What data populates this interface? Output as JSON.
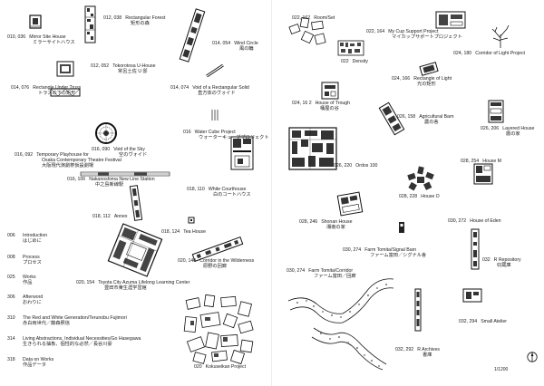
{
  "projects": [
    {
      "id": "mirror-site-house",
      "pages": "010, 036",
      "en": "Mirror Site House",
      "jp": "ミラーサイトハウス"
    },
    {
      "id": "rectangular-forest",
      "pages": "012, 038",
      "en": "Rectangular Forest",
      "jp": "矩形の森"
    },
    {
      "id": "tokorotosa",
      "pages": "012, 052",
      "en": "Tokorotosa U-House",
      "jp": "常呂土佐 U 邸"
    },
    {
      "id": "wind-circle",
      "pages": "014, 054",
      "en": "Wind Circle",
      "jp": "風の輪"
    },
    {
      "id": "rectangle-under-truss",
      "pages": "014, 076",
      "en": "Rectangle Under Truss",
      "jp": "トラスの下の矩形"
    },
    {
      "id": "void-rect-solid",
      "pages": "014, 074",
      "en": "Void of a Rectangular Solid",
      "jp": "直方体のヴォイド"
    },
    {
      "id": "void-sky",
      "pages": "016, 090",
      "en": "Void of the Sky",
      "jp": "空のヴォイド"
    },
    {
      "id": "water-cube",
      "pages": "016",
      "en": "Water Cube Project",
      "jp": "ウォーターキューブプロジェクト"
    },
    {
      "id": "playhouse",
      "pages": "016, 092",
      "en": "Temporary Playhouse for",
      "en2": "Osaka Contemporary Theatre Festival",
      "jp": "大阪現代演劇祭仮設劇場"
    },
    {
      "id": "nakanoshima",
      "pages": "016, 106",
      "en": "Nakanoshima New Line Station",
      "jp": "中之島新線駅"
    },
    {
      "id": "white-courthouse",
      "pages": "018, 110",
      "en": "White Courthouse",
      "jp": "白のコートハウス"
    },
    {
      "id": "annex",
      "pages": "018, 112",
      "en": "Annex",
      "jp": ""
    },
    {
      "id": "tea-house",
      "pages": "018, 124",
      "en": "Tea House",
      "jp": ""
    },
    {
      "id": "corridor-wilderness",
      "pages": "020, 140",
      "en": "Corridor in the Wilderness",
      "jp": "原野の回廊"
    },
    {
      "id": "toyota",
      "pages": "020, 154",
      "en": "Toyota City Azuma Lifelong Learning Center",
      "jp": "豊田市東生涯学習館"
    },
    {
      "id": "kokuseikan",
      "pages": "020",
      "en": "Kokuseikan Project",
      "jp": ""
    },
    {
      "id": "room-set",
      "pages": "022, 162",
      "en": "Room/Set",
      "jp": ""
    },
    {
      "id": "my-cup",
      "pages": "022, 164",
      "en": "My Cup Support Project",
      "jp": "マイカップサポートプロジェクト"
    },
    {
      "id": "density",
      "pages": "022",
      "en": "Density",
      "jp": ""
    },
    {
      "id": "corridor-light",
      "pages": "024, 180",
      "en": "Corridor of Light Project",
      "jp": ""
    },
    {
      "id": "rectangle-light",
      "pages": "024, 166",
      "en": "Rectangle of Light",
      "jp": "光の矩形"
    },
    {
      "id": "house-trough",
      "pages": "024, 16 2",
      "en": "House of Trough",
      "jp": "桶屋の谷"
    },
    {
      "id": "agricultural-barn",
      "pages": "026, 158",
      "en": "Agricultural Barn",
      "jp": "農の舎"
    },
    {
      "id": "layered-house",
      "pages": "026, 206",
      "en": "Layered House",
      "jp": "層の家"
    },
    {
      "id": "ordos",
      "pages": "026, 220",
      "en": "Ordos 100",
      "jp": ""
    },
    {
      "id": "house-m",
      "pages": "028, 254",
      "en": "House M",
      "jp": ""
    },
    {
      "id": "house-o",
      "pages": "028, 228",
      "en": "House O",
      "jp": ""
    },
    {
      "id": "shonan-house",
      "pages": "028, 246",
      "en": "Shonan House",
      "jp": "湘南の家"
    },
    {
      "id": "house-eden",
      "pages": "030, 272",
      "en": "House of Eden",
      "jp": ""
    },
    {
      "id": "farm-signal",
      "pages": "030, 274",
      "en": "Farm Tomita/Signal Barn",
      "jp": "ファーム富田／シグナル舎"
    },
    {
      "id": "r-repository",
      "pages": "032",
      "en": "R Repository",
      "jp": "収蔵庫"
    },
    {
      "id": "farm-corridor",
      "pages": "030, 274",
      "en": "Farm Tomita/Corridor",
      "jp": "ファーム富田／回廊"
    },
    {
      "id": "small-atelier",
      "pages": "032, 294",
      "en": "Small Atelier",
      "jp": ""
    },
    {
      "id": "r-archives",
      "pages": "032, 292",
      "en": "R Archives",
      "jp": "書庫"
    }
  ],
  "toc": [
    {
      "page": "006",
      "title": "Introduction",
      "jp": "はじめに"
    },
    {
      "page": "008",
      "title": "Process",
      "jp": "プロセス"
    },
    {
      "page": "025",
      "title": "Works",
      "jp": "作品"
    },
    {
      "page": "306",
      "title": "Afterword",
      "jp": "おわりに"
    },
    {
      "page": "310",
      "title": "The Red and White Generation/Terunobu Fujimori",
      "jp": "赤白両世代／藤森照信"
    },
    {
      "page": "314",
      "title": "Living Abstractions, Individual Necessities/Go Hasegawa",
      "jp": "生きられる抽象、個性的な必然／長谷川豪"
    },
    {
      "page": "318",
      "title": "Data on Works",
      "jp": "作品データ"
    }
  ],
  "scale": "1/1200"
}
